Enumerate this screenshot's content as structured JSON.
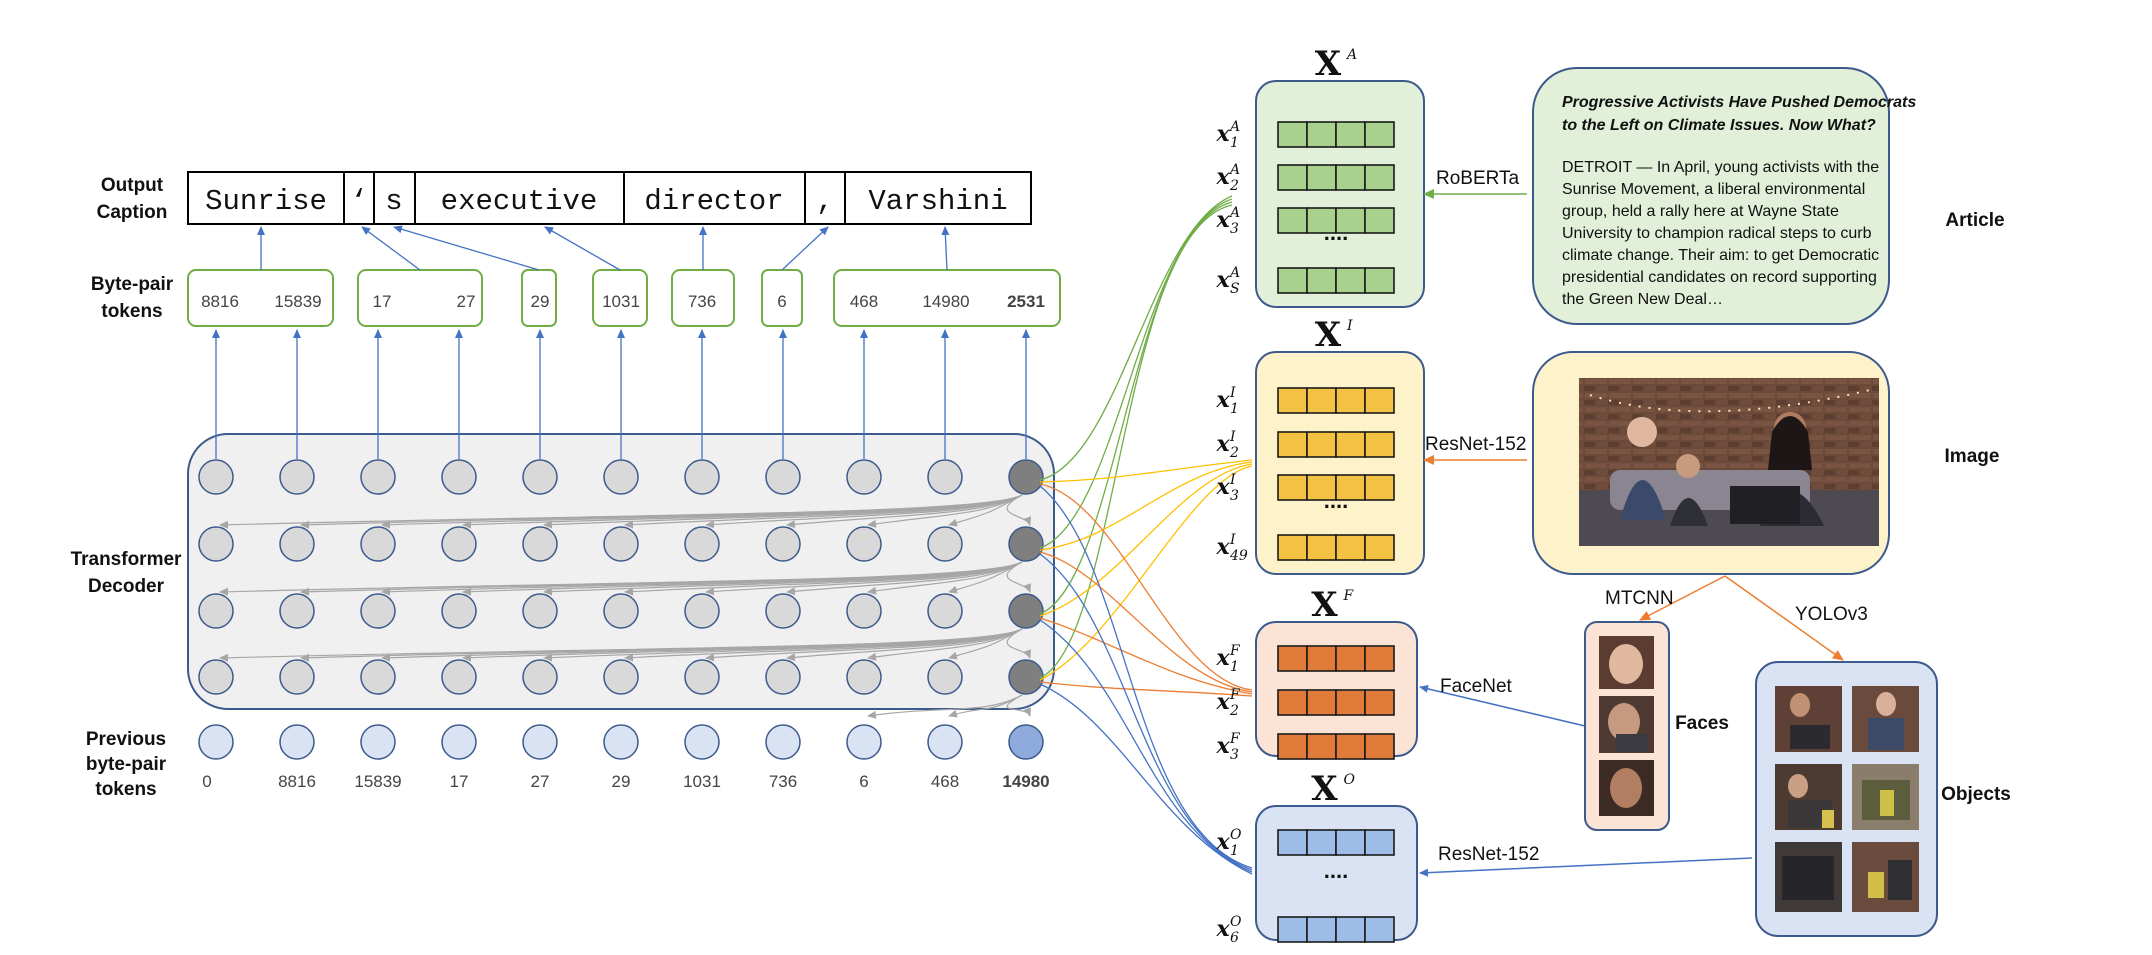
{
  "labels": {
    "output_caption": [
      "Output",
      "Caption"
    ],
    "byte_pair_tokens": [
      "Byte-pair",
      "tokens"
    ],
    "transformer_decoder": [
      "Transformer",
      "Decoder"
    ],
    "previous_tokens": [
      "Previous",
      "byte-pair",
      "tokens"
    ]
  },
  "caption_words": [
    "Sunrise",
    "‘",
    "s",
    "executive",
    "director",
    ",",
    "Varshini"
  ],
  "bpe_tokens": [
    "8816",
    "15839",
    "17",
    "27",
    "29",
    "1031",
    "736",
    "6",
    "468",
    "14980",
    "2531"
  ],
  "previous_tokens": [
    "0",
    "8816",
    "15839",
    "17",
    "27",
    "29",
    "1031",
    "736",
    "6",
    "468",
    "14980"
  ],
  "matrices": {
    "article": {
      "name": "X",
      "sup": "A",
      "rows": [
        {
          "v": "x",
          "sub": "1",
          "sup": "A"
        },
        {
          "v": "x",
          "sub": "2",
          "sup": "A"
        },
        {
          "v": "x",
          "sub": "3",
          "sup": "A"
        },
        {
          "v": "x",
          "sub": "S",
          "sup": "A"
        }
      ],
      "dots": "....",
      "color": "#a9d18e"
    },
    "image": {
      "name": "X",
      "sup": "I",
      "rows": [
        {
          "v": "x",
          "sub": "1",
          "sup": "I"
        },
        {
          "v": "x",
          "sub": "2",
          "sup": "I"
        },
        {
          "v": "x",
          "sub": "3",
          "sup": "I"
        },
        {
          "v": "x",
          "sub": "49",
          "sup": "I"
        }
      ],
      "dots": "....",
      "color": "#f4c242"
    },
    "faces": {
      "name": "X",
      "sup": "F",
      "rows": [
        {
          "v": "x",
          "sub": "1",
          "sup": "F"
        },
        {
          "v": "x",
          "sub": "2",
          "sup": "F"
        },
        {
          "v": "x",
          "sub": "3",
          "sup": "F"
        }
      ],
      "color": "#e07b39"
    },
    "objects": {
      "name": "X",
      "sup": "O",
      "rows": [
        {
          "v": "x",
          "sub": "1",
          "sup": "O"
        },
        {
          "v": "x",
          "sub": "6",
          "sup": "O"
        }
      ],
      "dots": "....",
      "color": "#9dbde8"
    }
  },
  "models": {
    "roberta": "RoBERTa",
    "resnet_image": "ResNet-152",
    "facenet": "FaceNet",
    "resnet_objects": "ResNet-152",
    "mtcnn": "MTCNN",
    "yolo": "YOLOv3"
  },
  "article": {
    "title": [
      "Progressive Activists Have Pushed Democrats",
      "to the Left on Climate Issues. Now What?"
    ],
    "body": [
      "DETROIT — In April, young activists with the",
      "Sunrise Movement, a liberal environmental",
      "group, held a rally here at Wayne State",
      "University to champion radical steps to curb",
      "climate change. Their aim: to get Democratic",
      "presidential candidates on record supporting",
      "the Green New Deal…"
    ]
  },
  "side_labels": {
    "article": "Article",
    "image": "Image",
    "faces": "Faces",
    "objects": "Objects"
  },
  "colors": {
    "decoder_fill": "#f0f0f1",
    "decoder_border": "#3d5a8c",
    "node_fill": "#d9d9d9",
    "node_dark": "#7f7f7f",
    "prev_fill": "#dae3f3",
    "prev_highlight": "#8faadc",
    "bpe_border": "#70ad47",
    "arrow_blue": "#4472c4",
    "arrow_green": "#70ad47",
    "arrow_orange": "#ed7d31",
    "arrow_yellow": "#ffc000",
    "article_bg": "#e2efd9",
    "image_bg": "#fef2cb",
    "faces_bg": "#fbe4d5",
    "objects_bg": "#dae3f3"
  }
}
